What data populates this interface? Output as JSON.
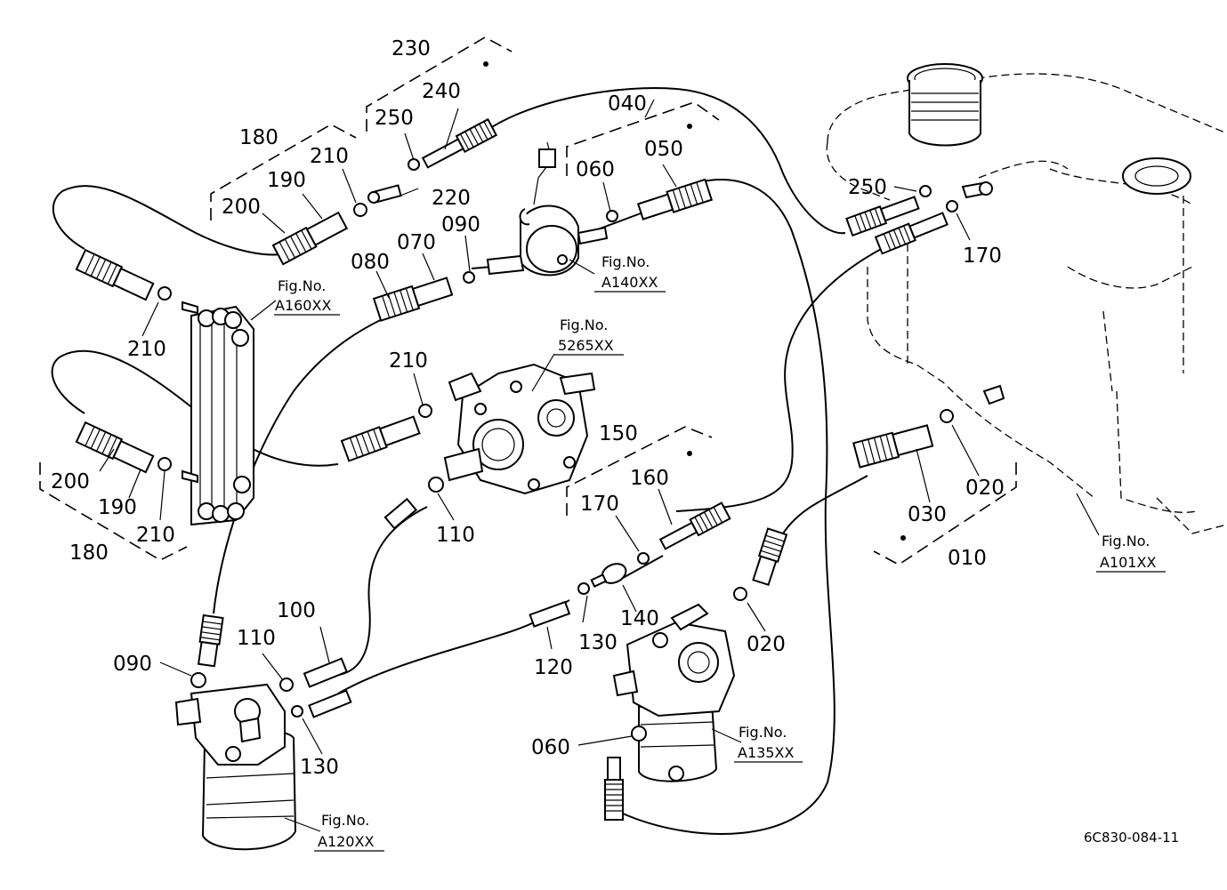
{
  "diagram": {
    "drawing_code": "6C830-084-11",
    "part_labels": {
      "p230": "230",
      "p240": "240",
      "p250a": "250",
      "p180a": "180",
      "p210a": "210",
      "p190a": "190",
      "p200a": "200",
      "p220": "220",
      "p040": "040",
      "p050": "050",
      "p060a": "060",
      "p090a": "090",
      "p070": "070",
      "p080": "080",
      "p250b": "250",
      "p170a": "170",
      "p210b": "210",
      "p210c": "210",
      "p200b": "200",
      "p190b": "190",
      "p210d": "210",
      "p180b": "180",
      "p110a": "110",
      "p150": "150",
      "p160": "160",
      "p170b": "170",
      "p020a": "020",
      "p030": "030",
      "p010": "010",
      "p100": "100",
      "p110b": "110",
      "p090b": "090",
      "p130a": "130",
      "p120": "120",
      "p140": "140",
      "p020b": "020",
      "p130b": "130",
      "p060b": "060"
    },
    "fig_refs": {
      "a160": {
        "line1": "Fig.No.",
        "line2": "A160XX"
      },
      "a140": {
        "line1": "Fig.No.",
        "line2": "A140XX"
      },
      "x5265": {
        "line1": "Fig.No.",
        "line2": "5265XX"
      },
      "a101": {
        "line1": "Fig.No.",
        "line2": "A101XX"
      },
      "a135": {
        "line1": "Fig.No.",
        "line2": "A135XX"
      },
      "a120": {
        "line1": "Fig.No.",
        "line2": "A120XX"
      }
    }
  }
}
